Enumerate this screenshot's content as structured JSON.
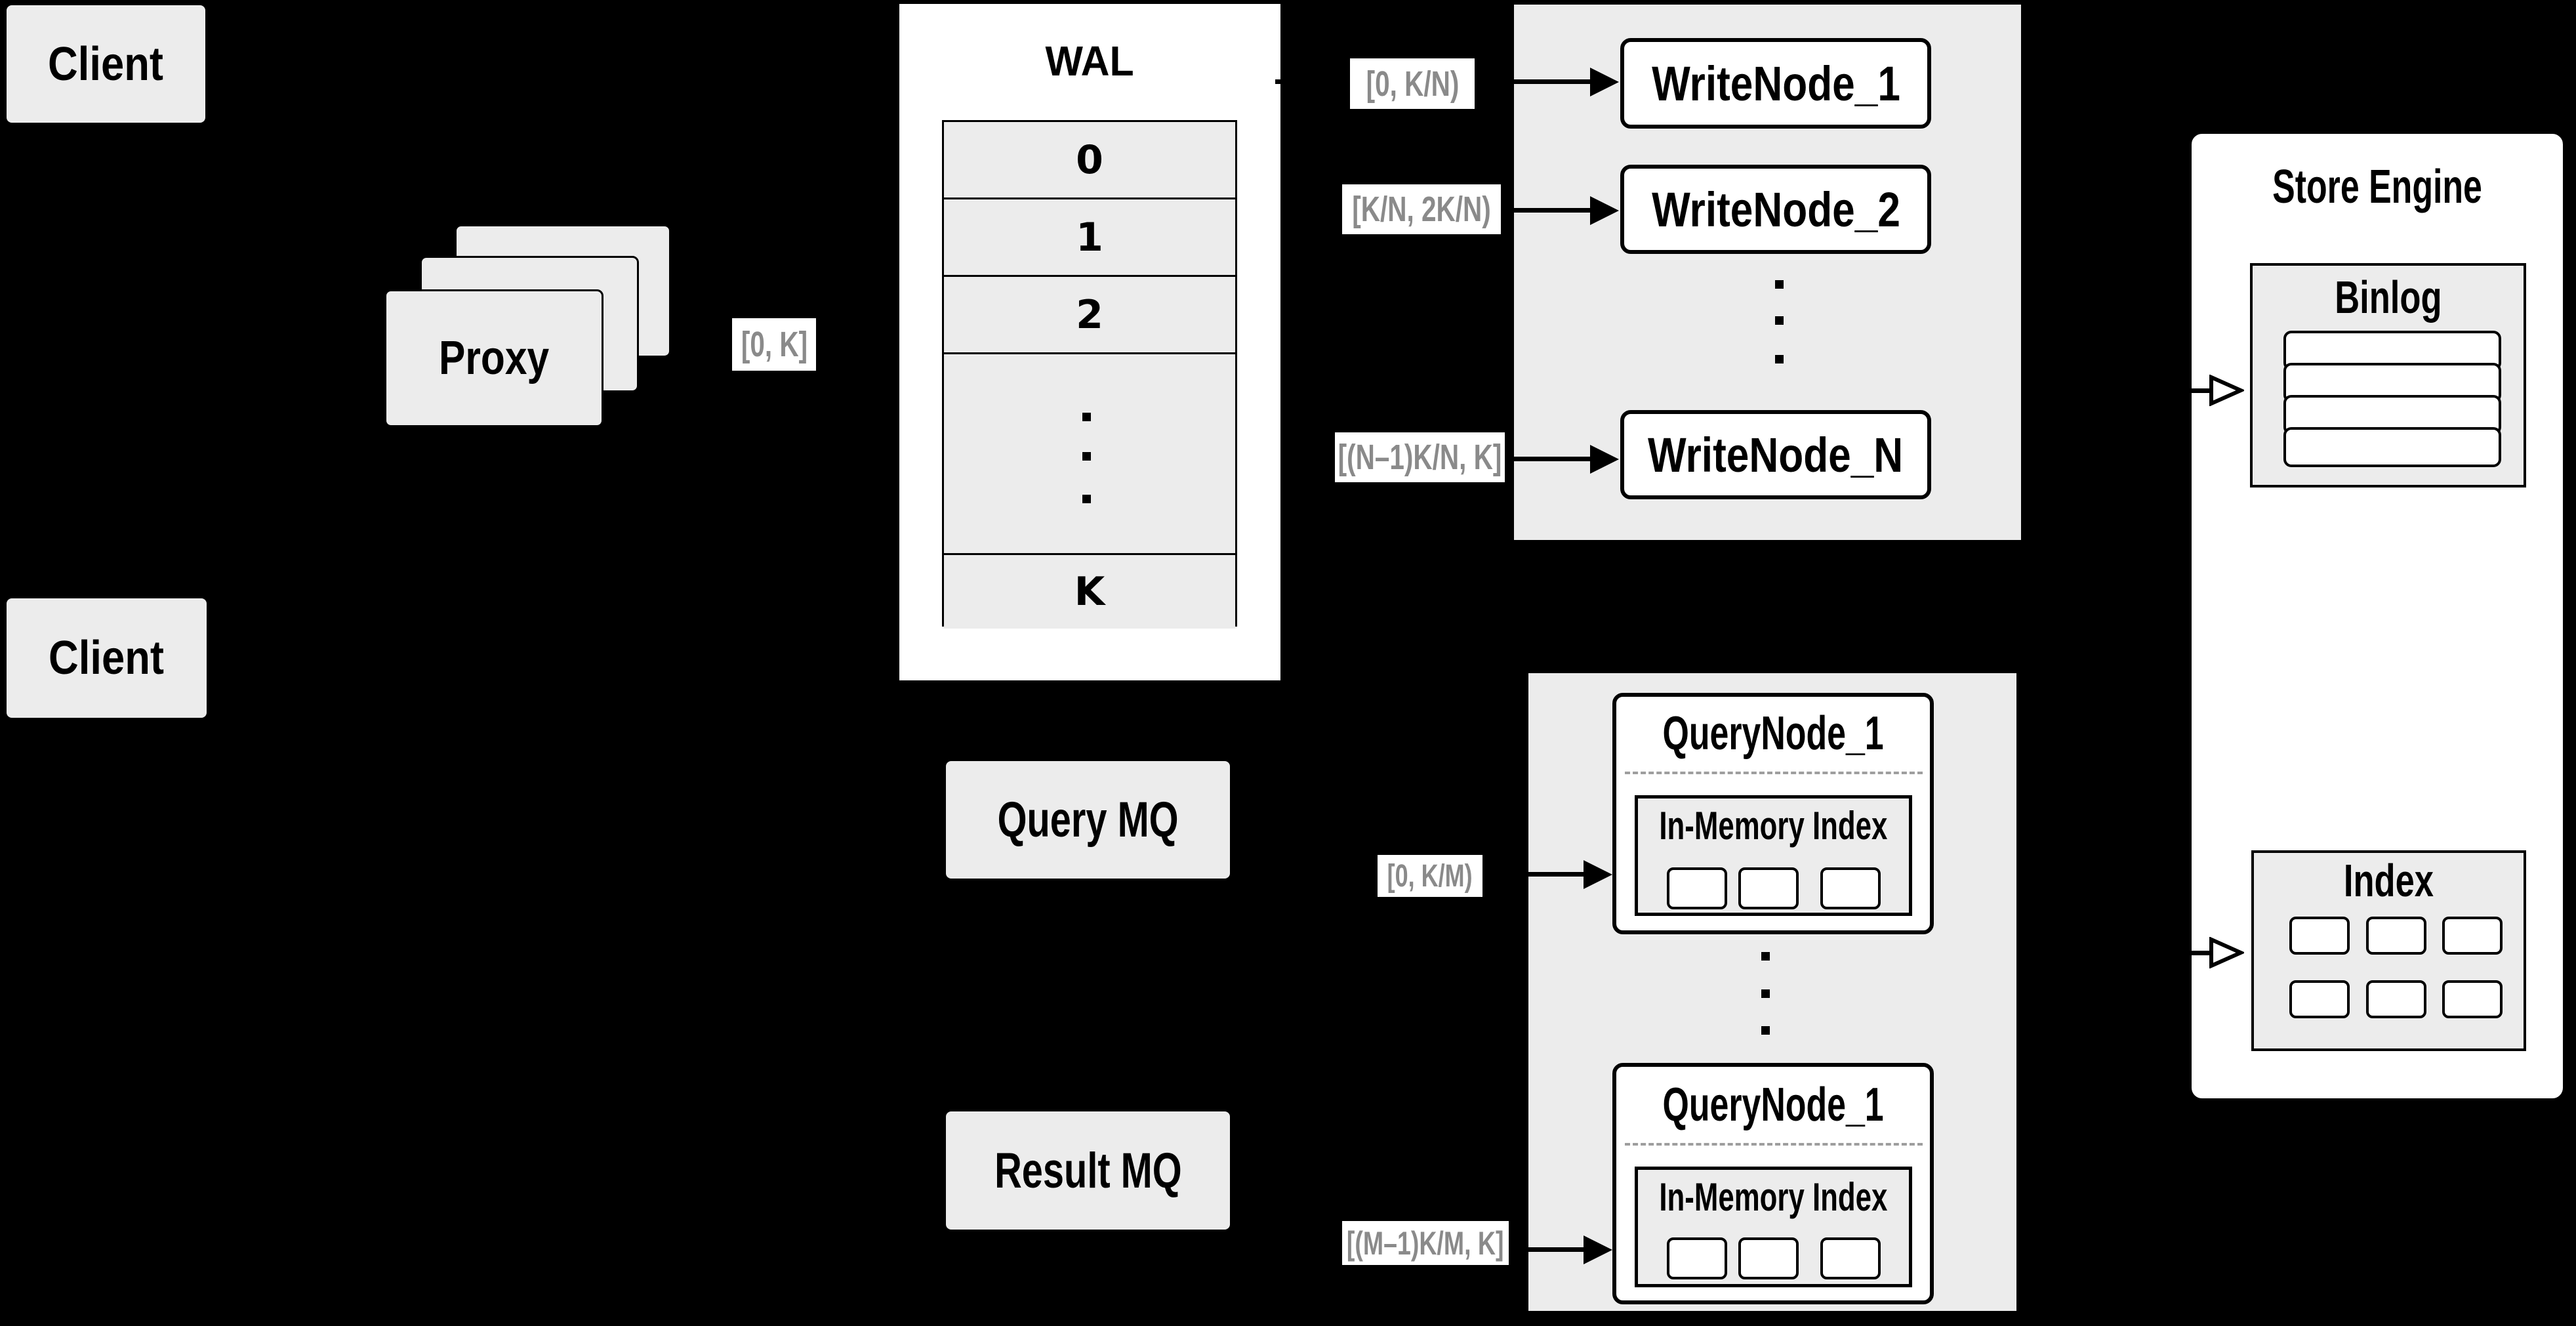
{
  "colors": {
    "background": "#000000",
    "panel_gray": "#ececec",
    "box_white": "#ffffff",
    "line_black": "#000000",
    "range_text_gray": "#8a8a8a",
    "dashed_divider_gray": "#9e9e9e"
  },
  "clients": {
    "top": "Client",
    "bottom": "Client"
  },
  "proxy": {
    "label": "Proxy",
    "range": "[0, K]"
  },
  "wal": {
    "title": "WAL",
    "segments": [
      "0",
      "1",
      "2"
    ],
    "last_segment": "K"
  },
  "write_cluster": {
    "nodes": [
      "WriteNode_1",
      "WriteNode_2",
      "WriteNode_N"
    ],
    "ranges": [
      "[0, K/N)",
      "[K/N, 2K/N)",
      "[(N–1)K/N, K]"
    ]
  },
  "mq": {
    "query": "Query MQ",
    "result": "Result MQ"
  },
  "query_cluster": {
    "ranges": [
      "[0, K/M)",
      "[(M–1)K/M, K]"
    ],
    "nodes": [
      {
        "title": "QueryNode_1",
        "memory": "In-Memory Index"
      },
      {
        "title": "QueryNode_1",
        "memory": "In-Memory Index"
      }
    ]
  },
  "store_engine": {
    "title": "Store Engine",
    "binlog": "Binlog",
    "index": "Index"
  }
}
